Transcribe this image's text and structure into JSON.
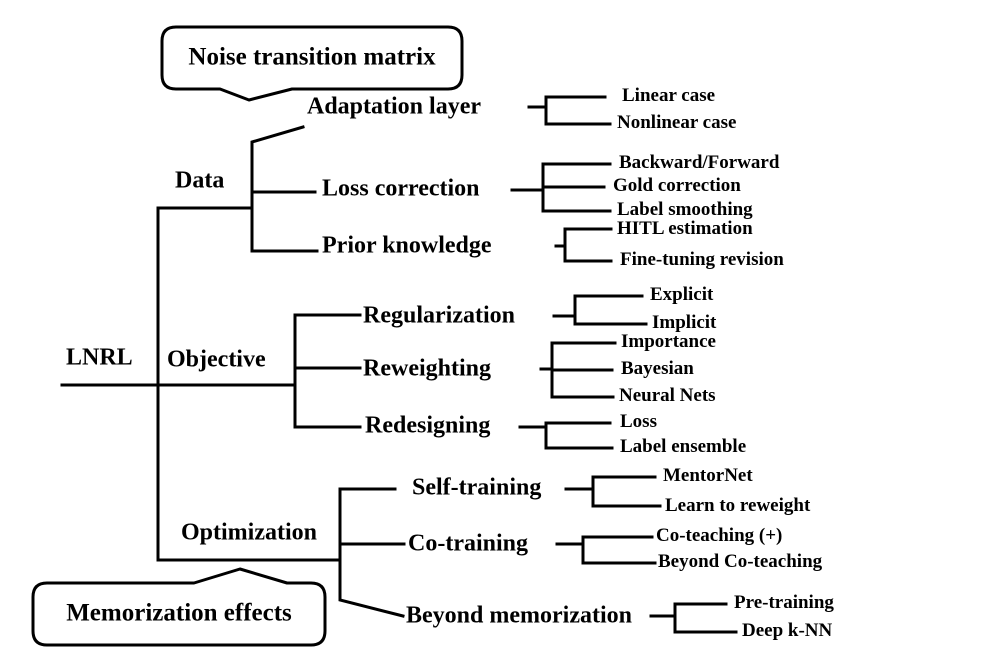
{
  "diagram": {
    "root_label": "LNRL",
    "callouts": {
      "top": "Noise transition matrix",
      "bottom": "Memorization effects"
    },
    "branches": [
      {
        "label": "Data",
        "children": [
          {
            "label": "Adaptation layer",
            "children": [
              {
                "label": "Linear case"
              },
              {
                "label": "Nonlinear case"
              }
            ]
          },
          {
            "label": "Loss correction",
            "children": [
              {
                "label": "Backward/Forward"
              },
              {
                "label": "Gold correction"
              },
              {
                "label": "Label smoothing"
              }
            ]
          },
          {
            "label": "Prior knowledge",
            "children": [
              {
                "label": "HITL estimation"
              },
              {
                "label": "Fine-tuning revision"
              }
            ]
          }
        ]
      },
      {
        "label": "Objective",
        "children": [
          {
            "label": "Regularization",
            "children": [
              {
                "label": "Explicit"
              },
              {
                "label": "Implicit"
              }
            ]
          },
          {
            "label": "Reweighting",
            "children": [
              {
                "label": "Importance"
              },
              {
                "label": "Bayesian"
              },
              {
                "label": "Neural Nets"
              }
            ]
          },
          {
            "label": "Redesigning",
            "children": [
              {
                "label": "Loss"
              },
              {
                "label": "Label ensemble"
              }
            ]
          }
        ]
      },
      {
        "label": "Optimization",
        "children": [
          {
            "label": "Self-training",
            "children": [
              {
                "label": "MentorNet"
              },
              {
                "label": "Learn to reweight"
              }
            ]
          },
          {
            "label": "Co-training",
            "children": [
              {
                "label": "Co-teaching (+)"
              },
              {
                "label": "Beyond Co-teaching"
              }
            ]
          },
          {
            "label": "Beyond memorization",
            "children": [
              {
                "label": "Pre-training"
              },
              {
                "label": "Deep k-NN"
              }
            ]
          }
        ]
      }
    ],
    "colors": {
      "line": "#000000",
      "text": "#000000",
      "background": "#ffffff"
    }
  }
}
